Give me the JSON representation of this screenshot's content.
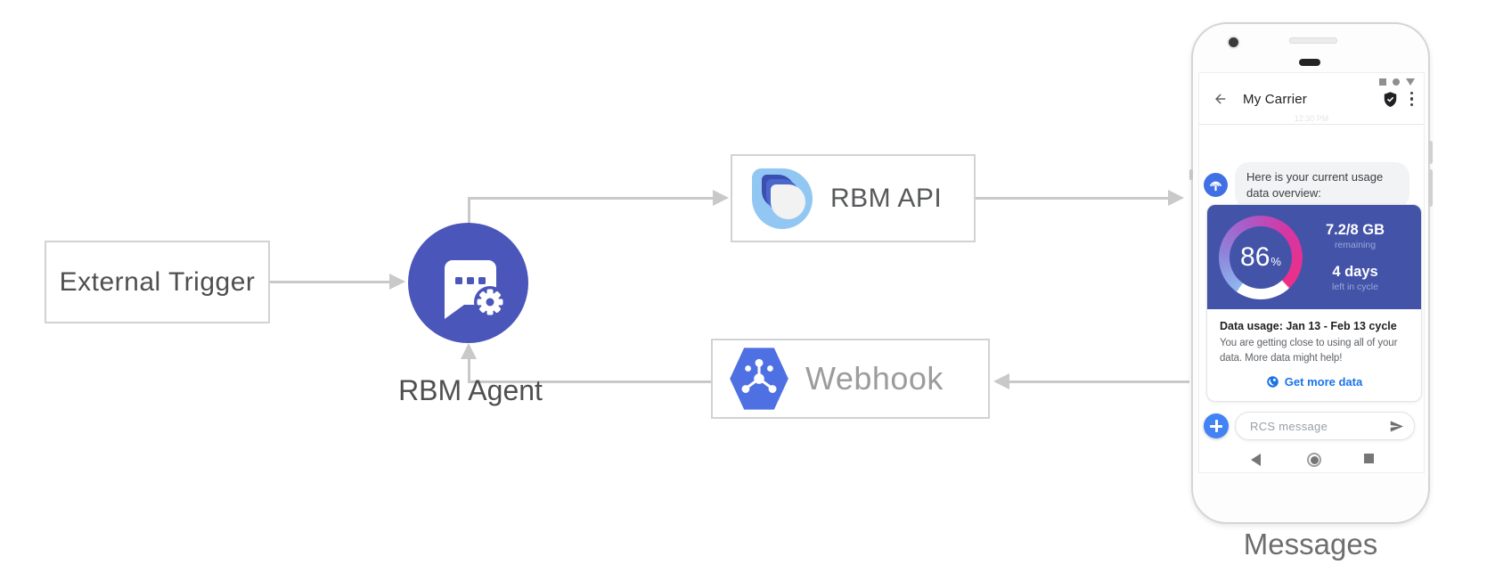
{
  "diagram": {
    "external_trigger_label": "External Trigger",
    "rbm_agent_label": "RBM Agent",
    "rbm_api_label": "RBM API",
    "webhook_label": "Webhook",
    "messages_label": "Messages"
  },
  "phone": {
    "header": {
      "title": "My Carrier"
    },
    "timestamp": "12:30 PM",
    "bubble_text": "Here is your current usage data overview:",
    "usage_card": {
      "percent_value": "86",
      "percent_unit": "%",
      "usage_value": "7.2/8 GB",
      "usage_caption": "remaining",
      "days_value": "4 days",
      "days_caption": "left in cycle",
      "title": "Data usage: Jan 13 - Feb 13 cycle",
      "body": "You are getting close to using all of your data. More data might help!",
      "link_label": "Get more data"
    },
    "compose": {
      "placeholder": "RCS message"
    }
  },
  "icons": {
    "agent": "chat-bubble-with-gear",
    "rbm_api": "layered-teardrop-logo",
    "webhook": "pubsub-hexagon",
    "avatar": "antenna-broadcast",
    "header_left": "arrow-back",
    "header_right": [
      "shield-check",
      "kebab-menu"
    ],
    "status_bar": [
      "square",
      "circle",
      "triangle-down"
    ],
    "link": "globe",
    "compose": [
      "plus",
      "send-arrow"
    ],
    "nav_bar": [
      "back-triangle",
      "home-circle",
      "recents-square"
    ]
  },
  "colors": {
    "agent_indigo": "#4a56b9",
    "card_indigo": "#4353a8",
    "link_blue": "#1a73e8",
    "hexagon_blue": "#4e70e2",
    "arrow_gray": "#c9c9c9",
    "gauge_gradient": [
      "#8fb7ee",
      "#8e85da",
      "#a95cc8",
      "#d636a2",
      "#ee2f86"
    ]
  }
}
